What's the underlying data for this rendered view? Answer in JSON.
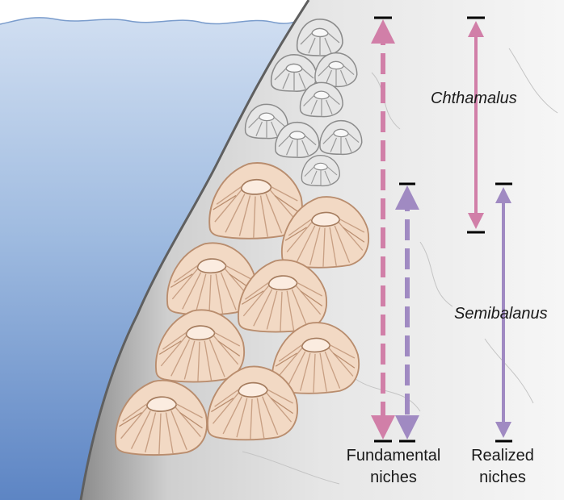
{
  "species": {
    "chthamalus": "Chthamalus",
    "semibalanus": "Semibalanus"
  },
  "columns": {
    "fundamental": {
      "line1": "Fundamental",
      "line2": "niches"
    },
    "realized": {
      "line1": "Realized",
      "line2": "niches"
    }
  },
  "colors": {
    "chthamalus_arrow": "#d17fa8",
    "semibalanus_arrow": "#a08ac2",
    "water": "#a9c3e3",
    "rock": "#e2e2e2",
    "chthamalus_shell": "#e3e3e3",
    "semibalanus_shell": "#f1d7c2"
  },
  "icons": [
    "chthamalus-barnacle-icon",
    "semibalanus-barnacle-icon"
  ]
}
